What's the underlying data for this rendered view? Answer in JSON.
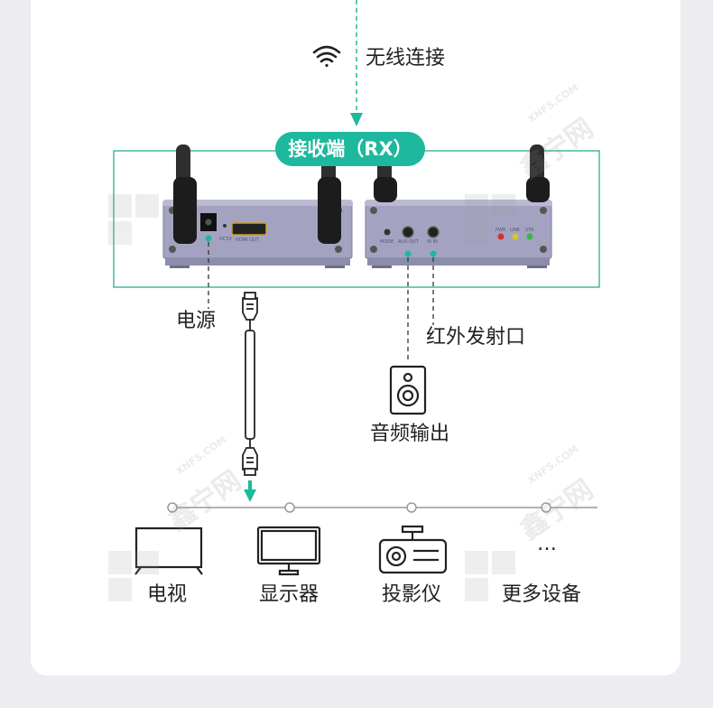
{
  "wireless": {
    "label": "无线连接",
    "icon": "wifi-icon"
  },
  "receiver": {
    "badge": "接收端（RX）",
    "accent": "#1db89d",
    "frame": "#1aa58d"
  },
  "panel_labels": {
    "dc": "DC5V",
    "hdmi_out": "HDMI OUT",
    "mode": "MODE",
    "aux_out": "AUX OUT",
    "ir_in": "IR IN",
    "pwr": "PWR",
    "link": "LINK",
    "sta": "STA"
  },
  "ports": {
    "power": "电源",
    "ir": "红外发射口",
    "audio": "音频输出"
  },
  "devices": [
    {
      "label": "电视",
      "icon": "tv-icon"
    },
    {
      "label": "显示器",
      "icon": "monitor-icon"
    },
    {
      "label": "投影仪",
      "icon": "projector-icon"
    },
    {
      "label": "更多设备",
      "icon": "ellipsis-icon",
      "glyph": "…"
    }
  ],
  "watermark": {
    "text": "鑫宁网",
    "sub": "XNFS.COM"
  }
}
